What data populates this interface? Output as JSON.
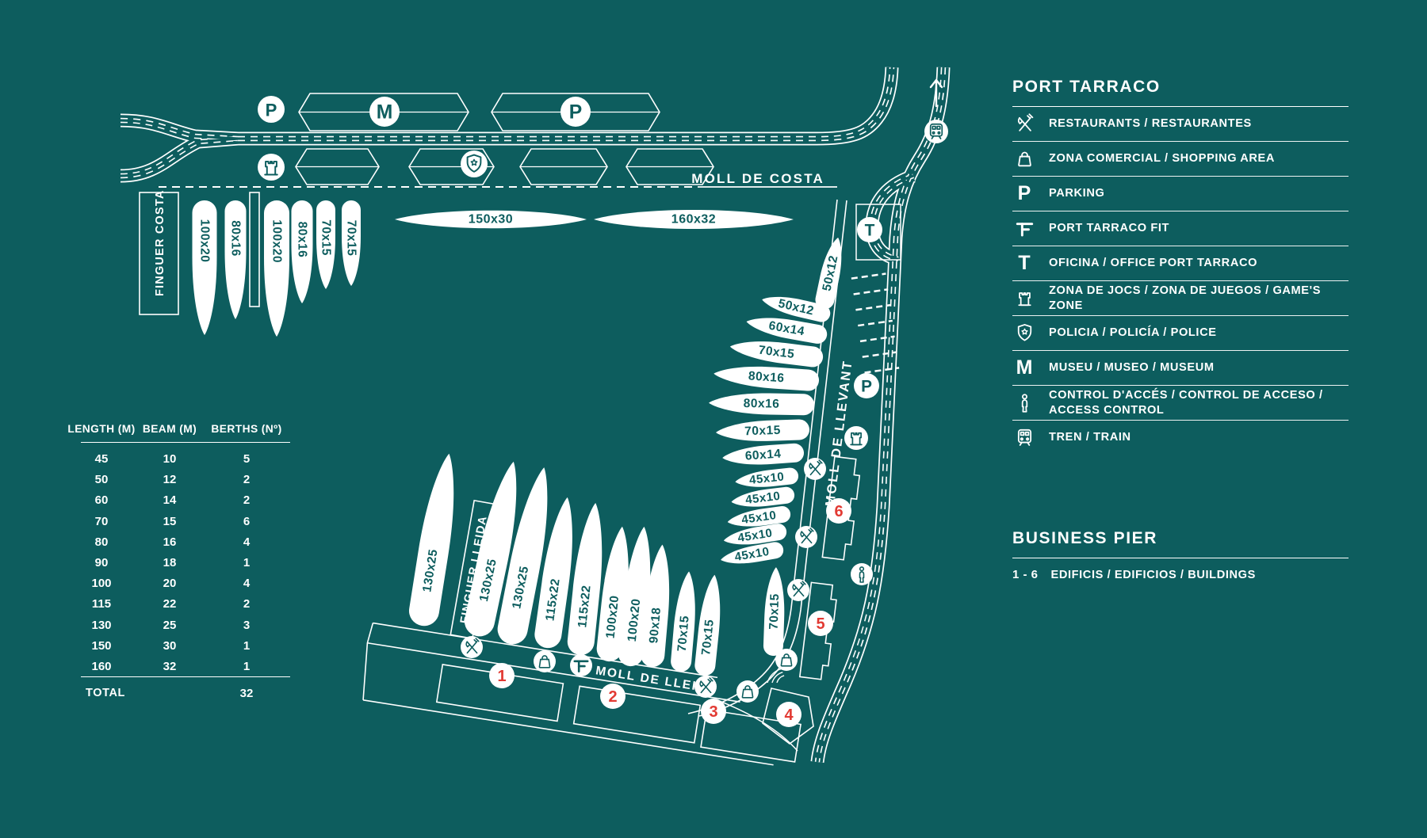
{
  "colors": {
    "background": "#0d5d5e",
    "line": "#ffffff",
    "accent_red": "#e23a33"
  },
  "legend": {
    "title": "PORT TARRACO",
    "items": [
      {
        "icon": "restaurant-icon",
        "label": "RESTAURANTS / RESTAURANTES"
      },
      {
        "icon": "bag-icon",
        "label": "ZONA COMERCIAL / SHOPPING AREA"
      },
      {
        "icon": "parking-icon",
        "letter": "P",
        "label": "PARKING"
      },
      {
        "icon": "fit-icon",
        "label": "PORT TARRACO FIT"
      },
      {
        "icon": "office-icon",
        "letter": "T",
        "label": "OFICINA / OFFICE PORT TARRACO"
      },
      {
        "icon": "games-icon",
        "label": "ZONA DE JOCS / ZONA DE JUEGOS / GAME'S ZONE"
      },
      {
        "icon": "police-icon",
        "label": "POLICIA / POLICÍA / POLICE"
      },
      {
        "icon": "museum-icon",
        "letter": "M",
        "label": "MUSEU / MUSEO / MUSEUM"
      },
      {
        "icon": "access-icon",
        "label": "CONTROL D'ACCÉS / CONTROL DE ACCESO / ACCESS CONTROL"
      },
      {
        "icon": "train-icon",
        "label": "TREN / TRAIN"
      }
    ]
  },
  "business_pier": {
    "title": "BUSINESS PIER",
    "range": "1 - 6",
    "label": "EDIFICIS / EDIFICIOS / BUILDINGS"
  },
  "table": {
    "headers": [
      "LENGTH (M)",
      "BEAM (M)",
      "BERTHS (Nº)"
    ],
    "rows": [
      [
        "45",
        "10",
        "5"
      ],
      [
        "50",
        "12",
        "2"
      ],
      [
        "60",
        "14",
        "2"
      ],
      [
        "70",
        "15",
        "6"
      ],
      [
        "80",
        "16",
        "4"
      ],
      [
        "90",
        "18",
        "1"
      ],
      [
        "100",
        "20",
        "4"
      ],
      [
        "115",
        "22",
        "2"
      ],
      [
        "130",
        "25",
        "3"
      ],
      [
        "150",
        "30",
        "1"
      ],
      [
        "160",
        "32",
        "1"
      ]
    ],
    "total_label": "TOTAL",
    "total_value": "32"
  },
  "map": {
    "labels": {
      "moll_de_costa": "MOLL DE COSTA",
      "moll_de_llevant": "MOLL DE LLEVANT",
      "moll_de_lleida": "MOLL DE LLEIDA",
      "finguer_costa": "FINGUER COSTA",
      "finguer_lleida": "FINGUER LLEIDA"
    },
    "icon_letters": {
      "parking": "P",
      "museum": "M",
      "office": "T"
    },
    "building_numbers": [
      "1",
      "2",
      "3",
      "4",
      "5",
      "6"
    ],
    "berths": {
      "costa_a": [
        "100x20",
        "80x16"
      ],
      "costa_b": [
        "100x20",
        "80x16",
        "70x15",
        "70x15"
      ],
      "costa_large": [
        "150x30",
        "160x32"
      ],
      "llevant": [
        "50x12",
        "50x12",
        "60x14",
        "70x15",
        "80x16",
        "80x16",
        "70x15",
        "60x14",
        "45x10",
        "45x10",
        "45x10",
        "45x10",
        "45x10",
        "70x15"
      ],
      "lleida": [
        "130x25",
        "130x25",
        "130x25",
        "115x22",
        "115x22",
        "100x20",
        "100x20",
        "90x18",
        "70x15",
        "70x15"
      ]
    }
  }
}
